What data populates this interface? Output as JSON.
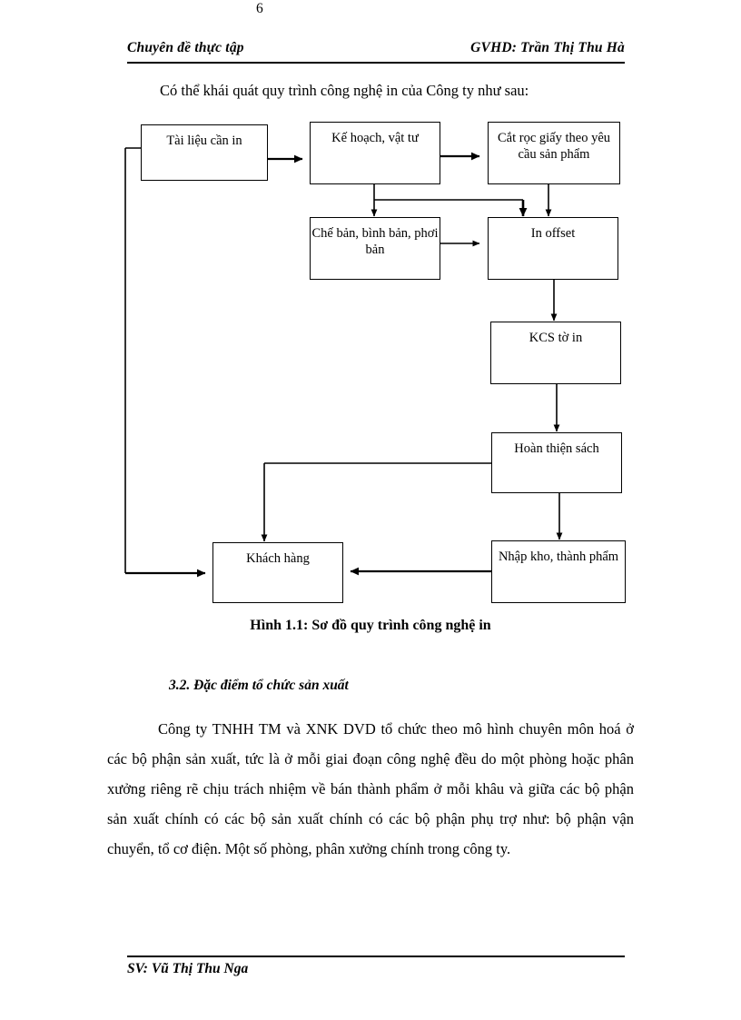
{
  "header": {
    "left": "Chuyên đề thực tập",
    "right": "GVHD: Trần Thị Thu Hà"
  },
  "intro": {
    "line": "Có thể khái quát quy trình công nghệ in của Công ty như sau:"
  },
  "flowchart": {
    "caption": "Hình 1.1: Sơ đồ quy trình công nghệ in",
    "nodes": [
      {
        "id": "tai-lieu-can-in",
        "label": "Tài liệu cần in"
      },
      {
        "id": "ke-hoach-vat-tu",
        "label": "Kế hoạch, vật tư"
      },
      {
        "id": "cat-roc-giay",
        "label": "Cắt rọc giấy theo yêu cầu sản phẩm"
      },
      {
        "id": "che-ban-binh-ban",
        "label": "Chế bản, bình bản, phơi bản"
      },
      {
        "id": "in-offset",
        "label": "In offset"
      },
      {
        "id": "kcs-to-in",
        "label": "KCS tờ in"
      },
      {
        "id": "hoan-thien-sach",
        "label": "Hoàn thiện sách"
      },
      {
        "id": "nhap-kho-thanh-pham",
        "label": "Nhập kho, thành phẩm"
      },
      {
        "id": "khach-hang",
        "label": "Khách hàng"
      }
    ],
    "edges": [
      {
        "from": "tai-lieu-can-in",
        "to": "ke-hoach-vat-tu"
      },
      {
        "from": "ke-hoach-vat-tu",
        "to": "cat-roc-giay"
      },
      {
        "from": "ke-hoach-vat-tu",
        "to": "che-ban-binh-ban"
      },
      {
        "from": "ke-hoach-vat-tu",
        "to": "in-offset"
      },
      {
        "from": "cat-roc-giay",
        "to": "in-offset"
      },
      {
        "from": "che-ban-binh-ban",
        "to": "in-offset"
      },
      {
        "from": "in-offset",
        "to": "kcs-to-in"
      },
      {
        "from": "kcs-to-in",
        "to": "hoan-thien-sach"
      },
      {
        "from": "hoan-thien-sach",
        "to": "nhap-kho-thanh-pham"
      },
      {
        "from": "hoan-thien-sach",
        "to": "khach-hang"
      },
      {
        "from": "nhap-kho-thanh-pham",
        "to": "khach-hang"
      },
      {
        "from": "tai-lieu-can-in",
        "to": "khach-hang"
      }
    ]
  },
  "section": {
    "heading": "3.2. Đặc điểm tổ chức sản xuất"
  },
  "body": {
    "paragraph": "Công ty TNHH TM và XNK DVD tổ chức theo mô hình chuyên môn hoá ở các bộ phận sản xuất, tức là ở mỗi giai đoạn công nghệ đều do một phòng hoặc phân xưởng riêng rẽ chịu trách nhiệm về bán thành phẩm ở mỗi khâu và giữa các bộ phận sản xuất chính có các bộ sản xuất chính có các bộ phận phụ trợ như: bộ phận vận chuyển, tổ cơ điện. Một số phòng, phân xưởng chính trong công ty."
  },
  "footer": {
    "left": "SV: Vũ Thị Thu Nga",
    "page": "6"
  }
}
